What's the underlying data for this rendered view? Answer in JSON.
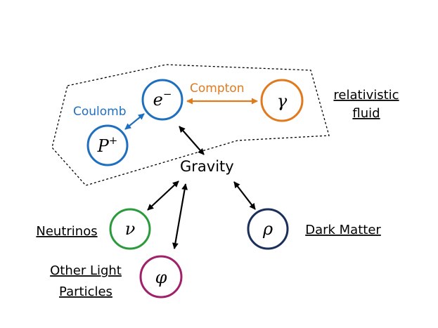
{
  "nodes": {
    "electron": {
      "symbol": "e",
      "superscript": "−",
      "color": "#1f6fbf"
    },
    "proton": {
      "symbol": "P",
      "superscript": "+",
      "color": "#1f6fbf"
    },
    "photon": {
      "symbol": "γ",
      "color": "#e07a1f"
    },
    "neutrino": {
      "symbol": "ν",
      "color": "#2b9a3c"
    },
    "darkmatter": {
      "symbol": "ρ",
      "color": "#1a2f5a"
    },
    "light": {
      "symbol": "φ",
      "color": "#a0206a"
    }
  },
  "labels": {
    "coulomb": "Coulomb",
    "compton": "Compton",
    "gravity": "Gravity",
    "relativistic_fluid": [
      "relativistic",
      "fluid"
    ],
    "neutrinos": "Neutrinos",
    "dark_matter": "Dark Matter",
    "other_light_particles": [
      "Other Light",
      "Particles"
    ]
  },
  "colors": {
    "coulomb": "#1f6fbf",
    "compton": "#e07a1f",
    "gravity": "#000000"
  }
}
